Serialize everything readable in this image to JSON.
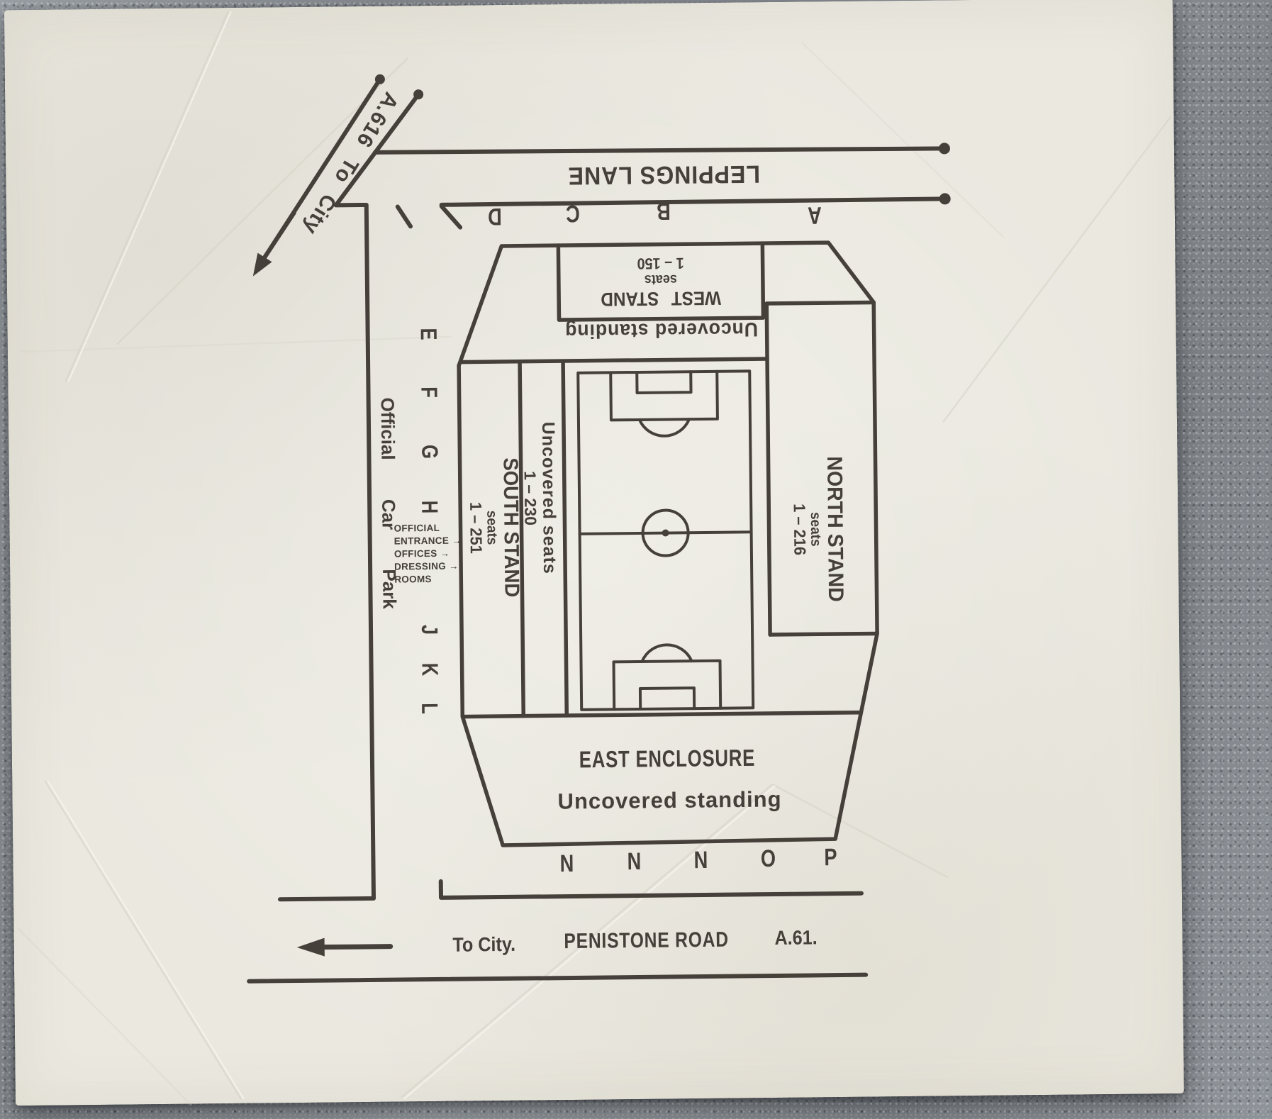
{
  "photo": {
    "ink_color": "#46403a",
    "paper_color": "#eae8df",
    "granite_color": "#8e9195"
  },
  "roads": {
    "top_road": {
      "name": "LEPPINGS LANE"
    },
    "diagonal_road": {
      "name": "A.616 To City"
    },
    "bottom_road": {
      "direction": "To City.",
      "name": "PENISTONE ROAD",
      "number": "A.61."
    },
    "side_road": {
      "name": "Official Car Park"
    }
  },
  "stadium": {
    "west_stand": {
      "name": "WEST STAND",
      "seats": "seats",
      "range": "1 – 150"
    },
    "west_terrace": "Uncovered standing",
    "south_stand": {
      "name": "SOUTH STAND",
      "seats": "seats",
      "range": "1 – 251"
    },
    "south_uncovered": {
      "line1": "Uncovered seats",
      "line2": "1 – 230"
    },
    "north_stand": {
      "name": "NORTH STAND",
      "seats": "seats",
      "range": "1 – 216"
    },
    "east_enclosure": {
      "name": "EAST ENCLOSURE",
      "terrace": "Uncovered standing"
    },
    "facilities": [
      "OFFICIAL",
      "ENTRANCE →",
      "OFFICES  →",
      "DRESSING →",
      "ROOMS"
    ],
    "gates": {
      "west_stand_row": [
        "D",
        "C",
        "B",
        "A"
      ],
      "south_upper": [
        "E",
        "F",
        "G",
        "H"
      ],
      "south_lower": [
        "J",
        "K",
        "L"
      ],
      "east_row": [
        "N",
        "N",
        "N",
        "O",
        "P"
      ]
    }
  }
}
